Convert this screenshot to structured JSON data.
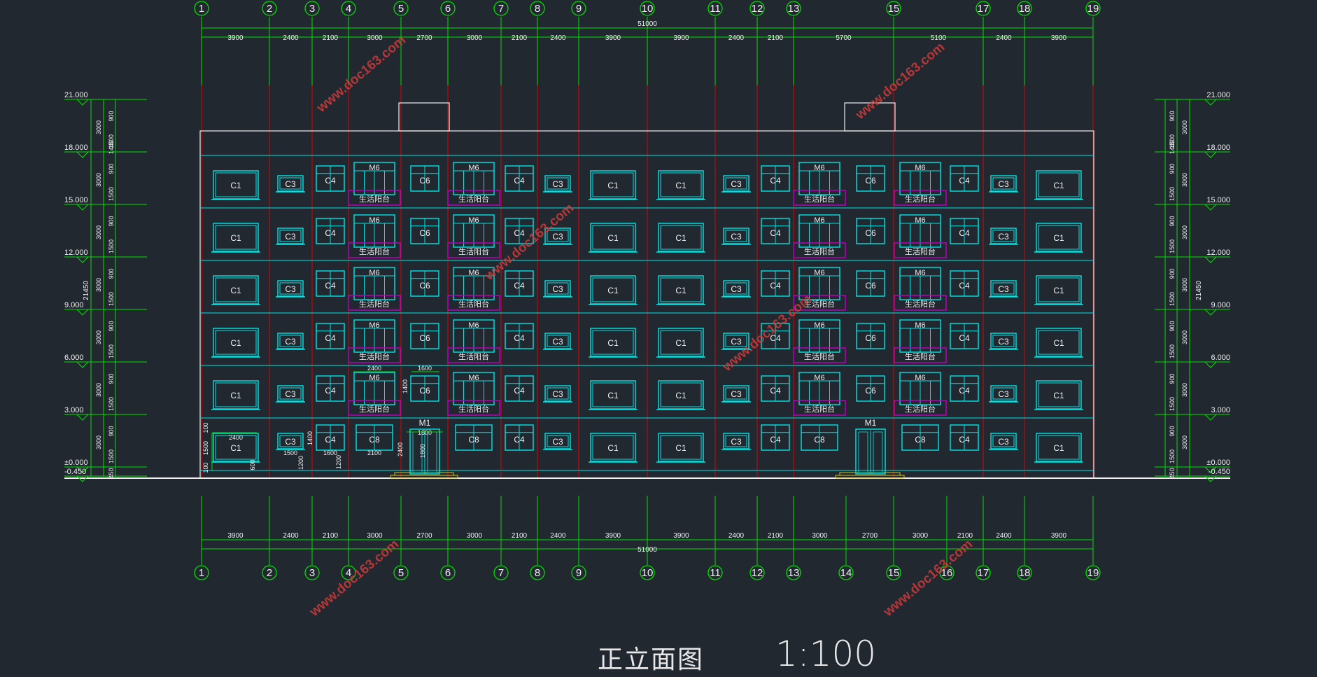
{
  "drawing": {
    "title": "正立面图",
    "scale": "1:100",
    "total_width": "51000",
    "total_height": "21450",
    "watermark": "www.doc163.com"
  },
  "axes_top": [
    "1",
    "2",
    "3",
    "4",
    "5",
    "6",
    "7",
    "8",
    "9",
    "10",
    "11",
    "12",
    "13",
    "15",
    "17",
    "18",
    "19"
  ],
  "axes_bottom": [
    "1",
    "2",
    "3",
    "4",
    "5",
    "6",
    "7",
    "8",
    "9",
    "10",
    "11",
    "12",
    "13",
    "14",
    "15",
    "16",
    "17",
    "18",
    "19"
  ],
  "dims_top": [
    "3900",
    "2400",
    "2100",
    "3000",
    "2700",
    "3000",
    "2100",
    "2400",
    "3900",
    "3900",
    "2400",
    "2100",
    "5700",
    "5100",
    "2400",
    "3900"
  ],
  "dims_bottom": [
    "3900",
    "2400",
    "2100",
    "3000",
    "2700",
    "3000",
    "2100",
    "2400",
    "3900",
    "3900",
    "2400",
    "2100",
    "3000",
    "2700",
    "3000",
    "2100",
    "2400",
    "3900"
  ],
  "levels_left": [
    "21.000",
    "18.000",
    "15.000",
    "12.000",
    "9.000",
    "6.000",
    "3.000",
    "±0.000",
    "-0.450"
  ],
  "levels_right": [
    "21.000",
    "18.000",
    "15.000",
    "12.000",
    "9.000",
    "6.000",
    "3.000",
    "±0.000",
    "-0.450"
  ],
  "vertical_dims": [
    "3000",
    "1440",
    "900",
    "1500",
    "600",
    "150",
    "450"
  ],
  "window_labels": {
    "c1": "C1",
    "c3": "C3",
    "c4": "C4",
    "c6": "C6",
    "c8": "C8",
    "m6": "M6",
    "m1": "M1",
    "balcony": "生活阳台"
  },
  "ground_floor_dims": [
    "100",
    "1500",
    "100",
    "2400",
    "1800",
    "1500",
    "1200",
    "1400",
    "1600",
    "1200",
    "2100",
    "2400",
    "1800",
    "600"
  ],
  "upper_floor_dims": [
    "2400",
    "1600",
    "1400"
  ],
  "colors": {
    "background": "#212830",
    "grid_green": "#00e000",
    "axis_red": "#e00000",
    "window_cyan": "#00e5e5",
    "balcony_magenta": "#c000c0",
    "outline_white": "#f0f0f0",
    "watermark_red": "#d03a3a"
  }
}
